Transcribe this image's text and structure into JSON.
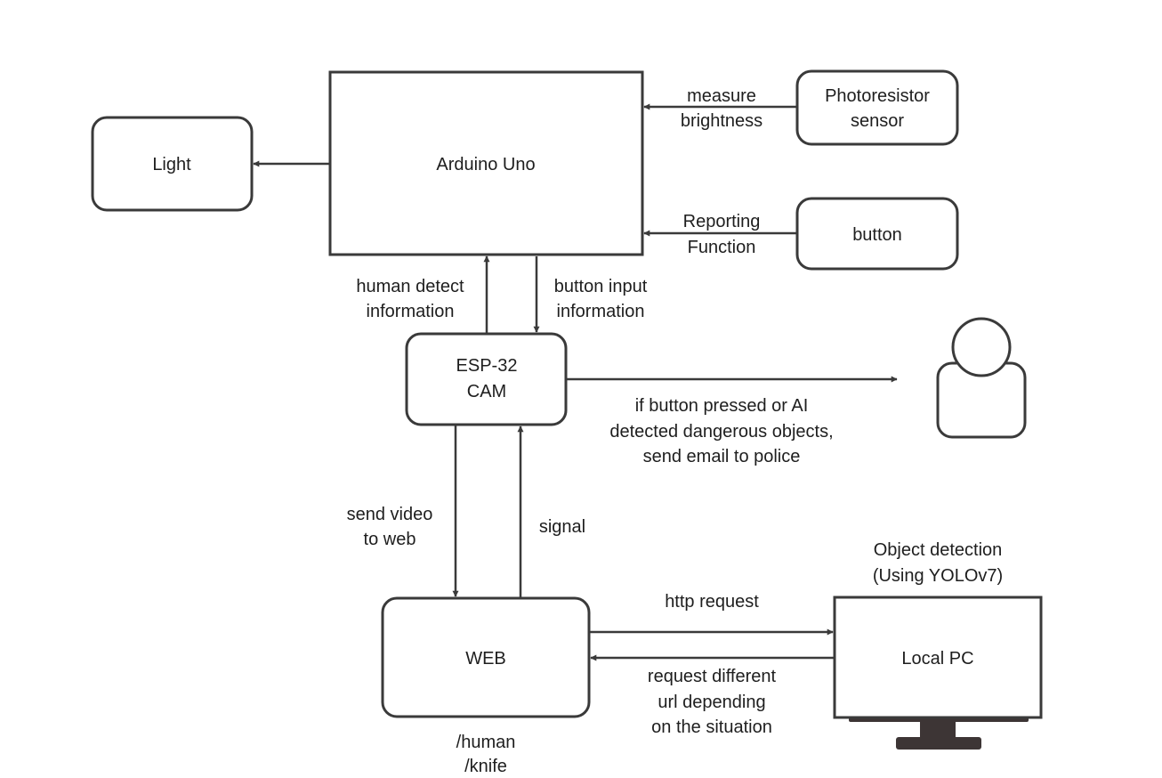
{
  "nodes": {
    "arduino": "Arduino Uno",
    "light": "Light",
    "photoresistor": [
      "Photoresistor",
      "sensor"
    ],
    "button": "button",
    "esp32": [
      "ESP-32",
      "CAM"
    ],
    "web": "WEB",
    "local_pc": "Local PC"
  },
  "edges": {
    "measure_brightness": [
      "measure",
      "brightness"
    ],
    "reporting_function": [
      "Reporting",
      "Function"
    ],
    "human_detect": [
      "human detect",
      "information"
    ],
    "button_input": [
      "button input",
      "information"
    ],
    "send_email": [
      "if button pressed or AI",
      "detected dangerous objects,",
      "send email to police"
    ],
    "send_video": [
      "send video",
      "to web"
    ],
    "signal": "signal",
    "http_request": "http request",
    "request_url": [
      "request different",
      "url depending",
      "on the situation"
    ]
  },
  "annotations": {
    "object_detection": [
      "Object detection",
      "(Using YOLOv7)"
    ],
    "routes": [
      "/human",
      "/knife"
    ]
  },
  "icons": {
    "person": "person-icon",
    "monitor": "monitor-icon"
  }
}
